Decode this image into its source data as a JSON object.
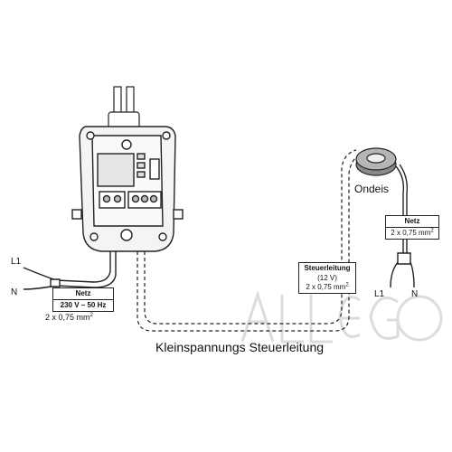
{
  "labels": {
    "l1_left": "L1",
    "n_left": "N",
    "l1_right": "L1",
    "n_right": "N",
    "ondeis": "Ondeis",
    "bottom_caption": "Kleinspannungs Steuerleitung",
    "watermark": "ALLEGO"
  },
  "netz_left": {
    "title": "Netz",
    "rating": "230 V – 50 Hz",
    "cable": "2 x 0,75 mm",
    "cable_sup": "2"
  },
  "netz_right": {
    "title": "Netz",
    "cable": "2 x 0,75 mm",
    "cable_sup": "2"
  },
  "steuer": {
    "title": "Steuerleitung",
    "voltage": "(12 V)",
    "cable": "2 x 0,75 mm",
    "cable_sup": "2"
  },
  "colors": {
    "line": "#222222",
    "device_fill": "#f2f2f2",
    "sensor_fill": "#8a8a8a",
    "watermark": "#d9d9d9"
  }
}
